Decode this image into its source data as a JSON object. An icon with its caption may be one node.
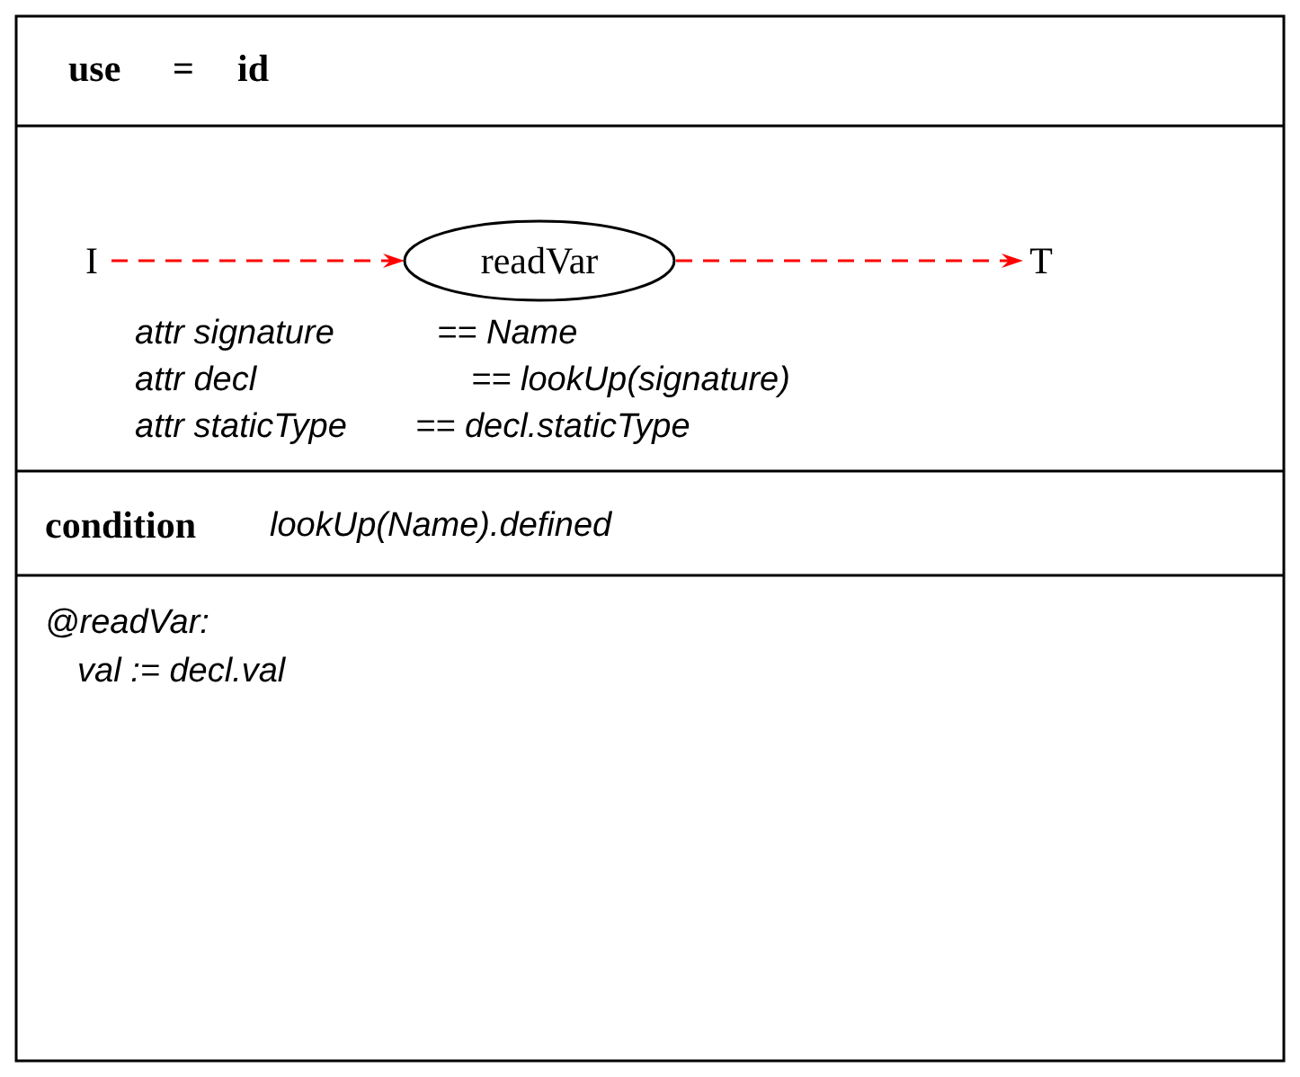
{
  "diagram": {
    "nodes": [
      {
        "text": [
          "I"
        ]
      },
      {
        "text": [
          "readVar"
        ]
      },
      {
        "text": [
          "T"
        ]
      }
    ],
    "edges": [
      {
        "from": 0,
        "to": 1,
        "arrow": "to",
        "style": "dashed",
        "color": "#ff0000"
      },
      {
        "from": 1,
        "to": 2,
        "arrow": "to",
        "style": "dashed",
        "color": "#ff0000"
      }
    ],
    "labels": [
      "use",
      "=",
      "id",
      "attr signature",
      "== Name",
      "attr decl",
      "== lookUp(signature)",
      "attr staticType",
      "== decl.staticType",
      "condition",
      "lookUp(Name).defined",
      "@readVar:",
      "val := decl.val"
    ]
  }
}
